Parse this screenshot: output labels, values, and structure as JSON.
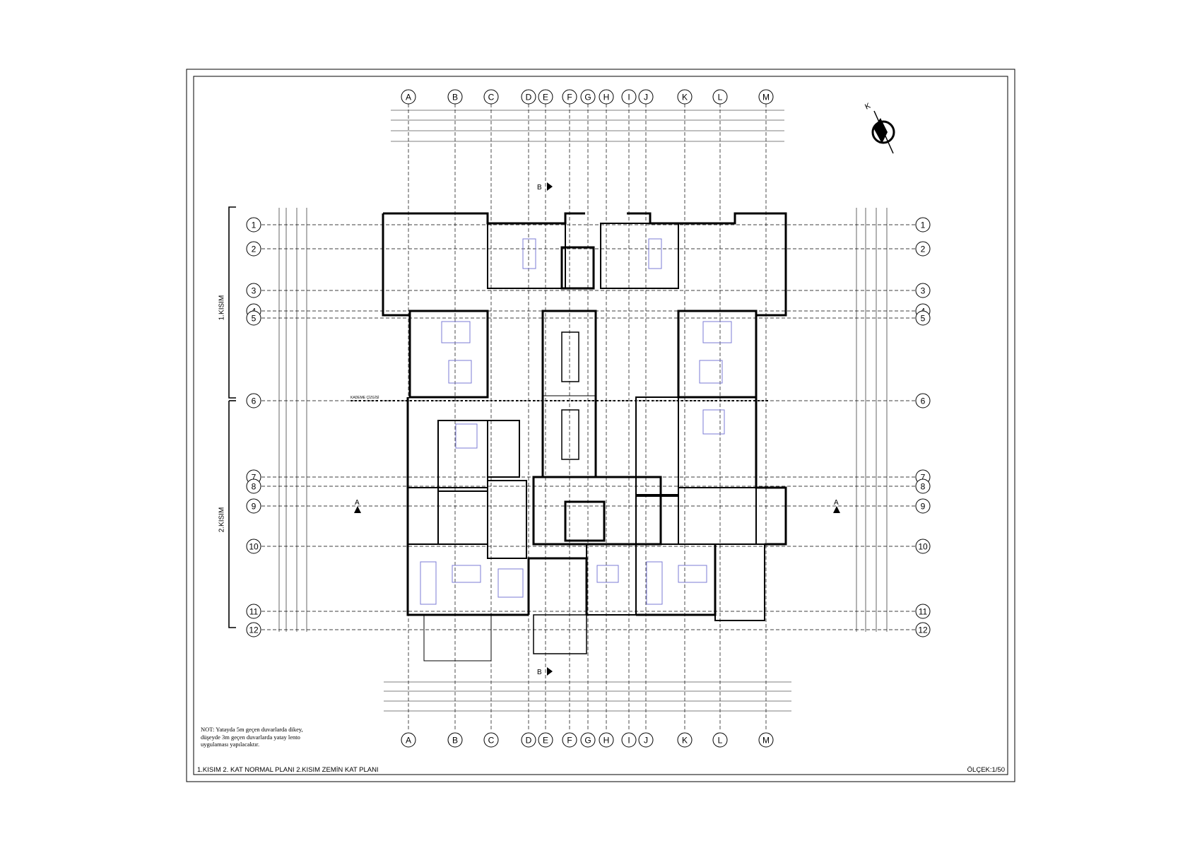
{
  "drawing": {
    "title": "1.KISIM 2. KAT NORMAL PLANI 2.KISIM ZEMİN KAT PLANI",
    "scale": "ÖLÇEK:1/50",
    "note": "NOT: Yatayda 5m geçen duvarlarda dikey,\ndüşeyde 3m geçen duvarlarda yatay lento\nuygulaması yapılacaktır.",
    "section_1": "1.KISIM",
    "section_2": "2.KISIM",
    "north_label": "K",
    "kademe_label": "KADEME ÇİZGİSİ",
    "section_marks": [
      "A",
      "B"
    ]
  },
  "grid": {
    "columns": [
      "A",
      "B",
      "C",
      "D",
      "E",
      "F",
      "G",
      "H",
      "I",
      "J",
      "K",
      "L",
      "M"
    ],
    "rows": [
      "1",
      "2",
      "3",
      "4",
      "5",
      "6",
      "7",
      "8",
      "9",
      "10",
      "11",
      "12"
    ]
  },
  "colors": {
    "line": "#000000",
    "furniture": "#7b7bd6",
    "grid_dash": "#000000"
  }
}
